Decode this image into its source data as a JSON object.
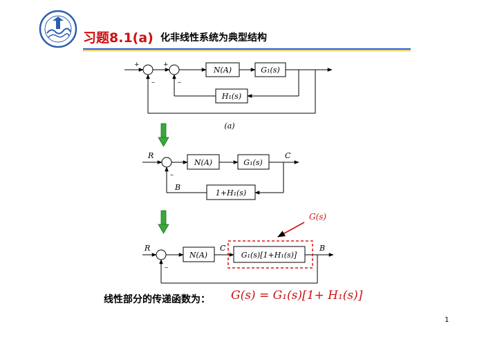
{
  "header": {
    "title": "习题8.1(a)",
    "subtitle": "化非线性系统为典型结构"
  },
  "diagram_a": {
    "plus_1": "+",
    "minus_1": "–",
    "plus_2": "+",
    "minus_2": "–",
    "block_n": "N(A)",
    "block_g": "G₁(s)",
    "block_h": "H₁(s)",
    "caption": "(a)"
  },
  "diagram_b": {
    "input_r": "R",
    "output_c": "C",
    "feedback_b": "B",
    "minus": "–",
    "block_n": "N(A)",
    "block_g": "G₁(s)",
    "block_h": "1+H₁(s)"
  },
  "diagram_c": {
    "gs_label": "G(s)",
    "input_r": "R",
    "signal_c": "C",
    "output_b": "B",
    "minus": "–",
    "block_n": "N(A)",
    "block_g": "G₁(s)[1+H₁(s)]"
  },
  "formula": {
    "label": "线性部分的传递函数为：",
    "expression": "G(s) = G₁(s)[1+ H₁(s)]"
  },
  "page_number": "1",
  "colors": {
    "title_red": "#cc1111",
    "rule_blue": "#2255cc",
    "rule_yellow": "#d4b000",
    "arrow_green": "#3aa83a",
    "dashed_red": "#dd1111",
    "block_fill": "#ffffff"
  },
  "icons": {
    "logo": "university-seal-icon",
    "arrow": "down-arrow-icon"
  }
}
